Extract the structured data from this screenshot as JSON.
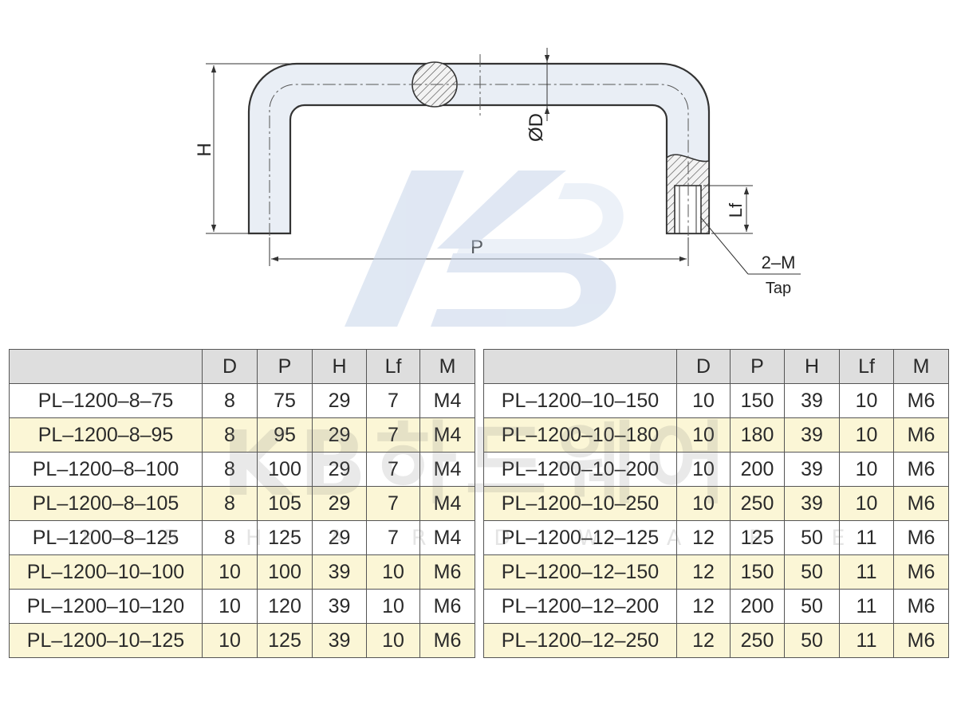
{
  "drawing": {
    "labels": {
      "height": "H",
      "diameter": "ØD",
      "pitch": "P",
      "thread_length": "Lf",
      "thread": "2–M",
      "tap": "Tap"
    }
  },
  "watermark": {
    "logo": "KB",
    "brand": "KB하드웨어",
    "sub": "K B H A R D W A R E"
  },
  "colors": {
    "header_bg": "#dedede",
    "alt_row_bg": "#fbf6d6",
    "handle_fill": "#e9eef5",
    "watermark_blue": "#c7d5ea"
  },
  "table_left": {
    "columns": [
      "",
      "D",
      "P",
      "H",
      "Lf",
      "M"
    ],
    "rows": [
      [
        "PL–1200–8–75",
        "8",
        "75",
        "29",
        "7",
        "M4"
      ],
      [
        "PL–1200–8–95",
        "8",
        "95",
        "29",
        "7",
        "M4"
      ],
      [
        "PL–1200–8–100",
        "8",
        "100",
        "29",
        "7",
        "M4"
      ],
      [
        "PL–1200–8–105",
        "8",
        "105",
        "29",
        "7",
        "M4"
      ],
      [
        "PL–1200–8–125",
        "8",
        "125",
        "29",
        "7",
        "M4"
      ],
      [
        "PL–1200–10–100",
        "10",
        "100",
        "39",
        "10",
        "M6"
      ],
      [
        "PL–1200–10–120",
        "10",
        "120",
        "39",
        "10",
        "M6"
      ],
      [
        "PL–1200–10–125",
        "10",
        "125",
        "39",
        "10",
        "M6"
      ]
    ]
  },
  "table_right": {
    "columns": [
      "",
      "D",
      "P",
      "H",
      "Lf",
      "M"
    ],
    "rows": [
      [
        "PL–1200–10–150",
        "10",
        "150",
        "39",
        "10",
        "M6"
      ],
      [
        "PL–1200–10–180",
        "10",
        "180",
        "39",
        "10",
        "M6"
      ],
      [
        "PL–1200–10–200",
        "10",
        "200",
        "39",
        "10",
        "M6"
      ],
      [
        "PL–1200–10–250",
        "10",
        "250",
        "39",
        "10",
        "M6"
      ],
      [
        "PL–1200–12–125",
        "12",
        "125",
        "50",
        "11",
        "M6"
      ],
      [
        "PL–1200–12–150",
        "12",
        "150",
        "50",
        "11",
        "M6"
      ],
      [
        "PL–1200–12–200",
        "12",
        "200",
        "50",
        "11",
        "M6"
      ],
      [
        "PL–1200–12–250",
        "12",
        "250",
        "50",
        "11",
        "M6"
      ]
    ]
  }
}
